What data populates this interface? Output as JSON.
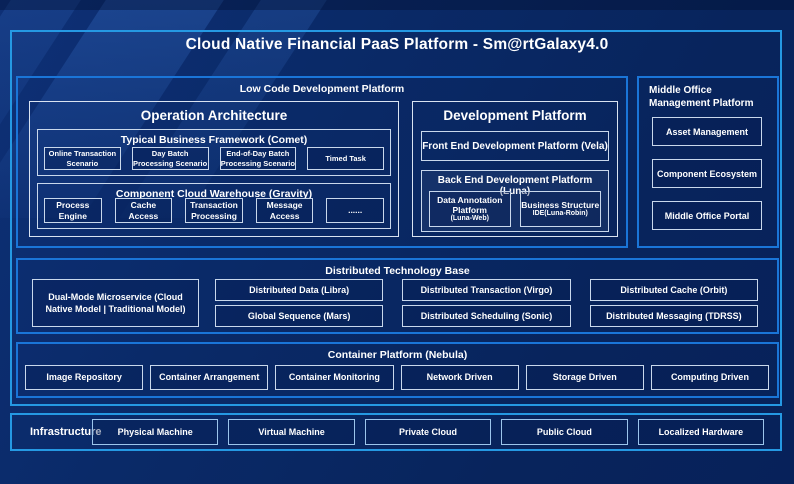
{
  "title": "Cloud Native Financial PaaS Platform - Sm@rtGalaxy4.0",
  "colors": {
    "background": "#0a2a68",
    "frame_border": "#2599e3",
    "section_border": "#1a75d8",
    "inner_box_border": "#c9d8ec",
    "text": "#ffffff"
  },
  "low_code": {
    "label": "Low Code Development Platform",
    "operation_architecture": {
      "title": "Operation Architecture",
      "comet": {
        "title": "Typical Business Framework (Comet)",
        "items": [
          "Online Transaction Scenario",
          "Day Batch Processing Scenario",
          "End-of-Day Batch Processing Scenario",
          "Timed Task"
        ]
      },
      "gravity": {
        "title": "Component Cloud Warehouse (Gravity)",
        "items": [
          "Process Engine",
          "Cache Access",
          "Transaction Processing",
          "Message Access",
          "......"
        ]
      }
    },
    "development_platform": {
      "title": "Development Platform",
      "front_end": "Front End Development Platform (Vela)",
      "back_end": {
        "title": "Back End Development Platform (Luna)",
        "items": [
          {
            "name": "Data Annotation Platform",
            "sub": "(Luna-Web)"
          },
          {
            "name": "Business Structure",
            "sub": "IDE(Luna-Robin)"
          }
        ]
      }
    }
  },
  "middle_office": {
    "title": "Middle Office Management Platform",
    "items": [
      "Asset Management",
      "Component Ecosystem",
      "Middle Office Portal"
    ]
  },
  "distributed": {
    "title": "Distributed Technology Base",
    "dual_mode": "Dual-Mode Microservice (Cloud Native Model | Traditional Model)",
    "grid": [
      "Distributed Data (Libra)",
      "Distributed Transaction (Virgo)",
      "Distributed Cache (Orbit)",
      "Global Sequence (Mars)",
      "Distributed Scheduling (Sonic)",
      "Distributed Messaging (TDRSS)"
    ]
  },
  "container_platform": {
    "title": "Container Platform (Nebula)",
    "items": [
      "Image Repository",
      "Container Arrangement",
      "Container Monitoring",
      "Network Driven",
      "Storage Driven",
      "Computing Driven"
    ]
  },
  "infrastructure": {
    "label": "Infrastructure",
    "items": [
      "Physical Machine",
      "Virtual Machine",
      "Private Cloud",
      "Public Cloud",
      "Localized Hardware"
    ]
  }
}
